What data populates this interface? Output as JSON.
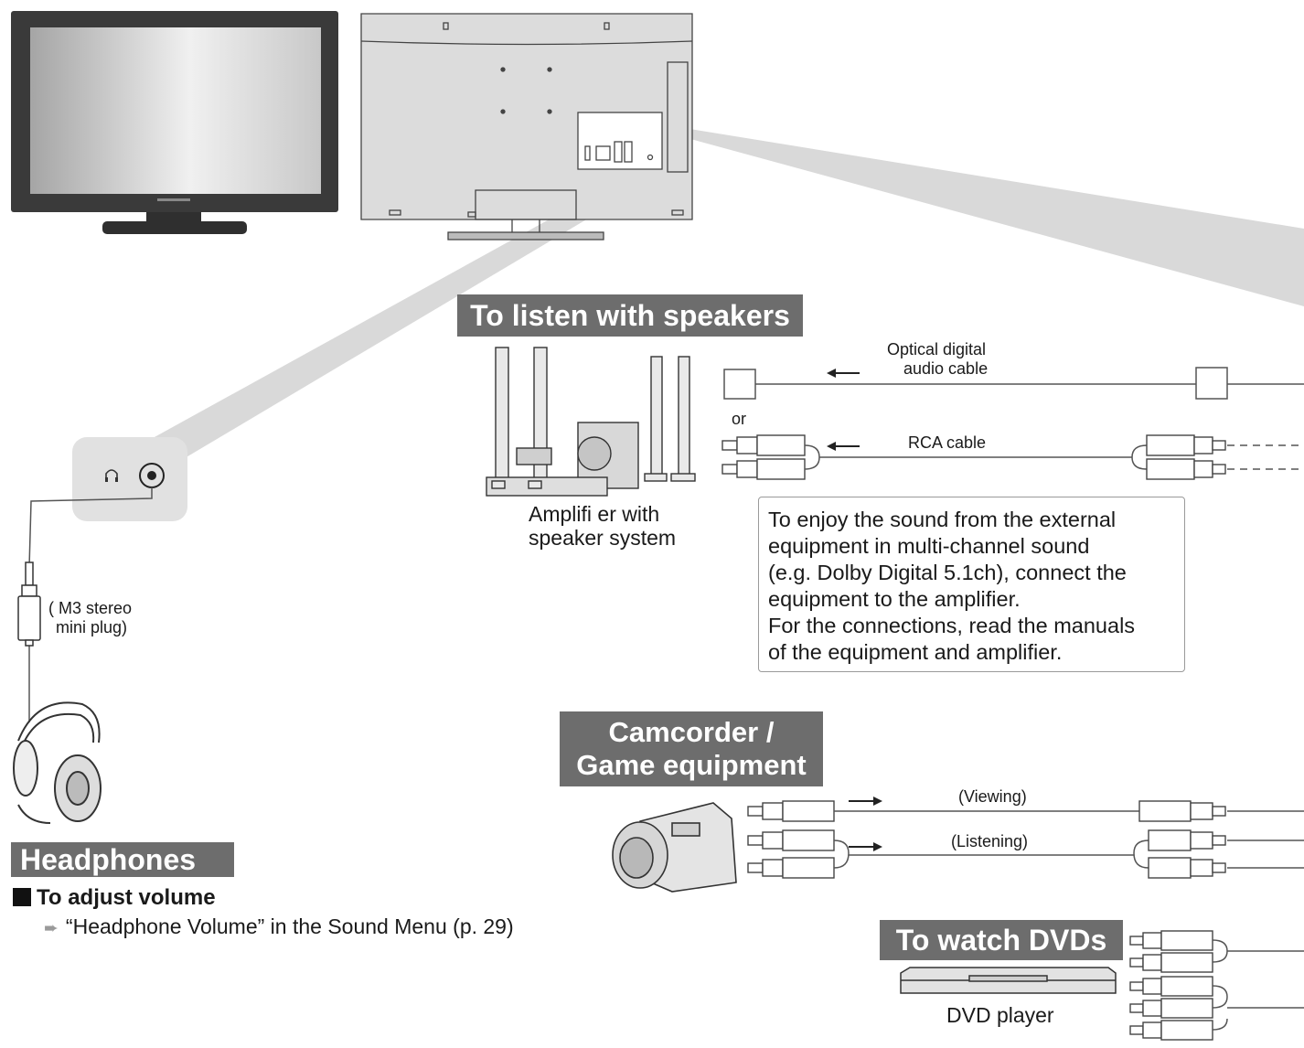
{
  "sections": {
    "speakers": {
      "title": "To listen with speakers",
      "device_label_line1": "Amplifi er with",
      "device_label_line2": "speaker system",
      "optical_cable_line1": "Optical digital",
      "optical_cable_line2": "audio cable",
      "or_label": "or",
      "rca_cable_label": "RCA cable",
      "note_lines": [
        "To enjoy the sound from the external",
        "equipment in multi-channel sound",
        "(e.g. Dolby Digital 5.1ch), connect the",
        "equipment to the amplifier.",
        "For the connections, read the manuals",
        "of the equipment and amplifier."
      ]
    },
    "headphones": {
      "plug_label_line1": "( M3 stereo",
      "plug_label_line2": "mini plug)",
      "title": "Headphones",
      "subheading": "To adjust volume",
      "instruction": "“Headphone Volume” in the Sound Menu (p. 29)"
    },
    "camcorder": {
      "title_line1": "Camcorder /",
      "title_line2": "Game equipment",
      "viewing_label": "(Viewing)",
      "listening_label": "(Listening)"
    },
    "dvd": {
      "title": "To watch DVDs",
      "device_label": "DVD player"
    }
  },
  "colors": {
    "banner_bg": "#6d6d6d",
    "banner_text": "#ffffff",
    "beam": "#d9d9d9",
    "tv_frame": "#3a3a3a",
    "line": "#555555"
  }
}
